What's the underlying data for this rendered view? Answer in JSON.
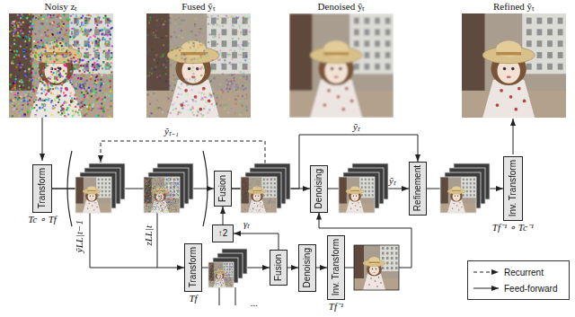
{
  "diagram": {
    "nodes": [
      {
        "text": [
          "Transform",
          "Tc ∘ Tf"
        ]
      },
      {
        "text": [
          "Fusion"
        ]
      },
      {
        "text": [
          "Denoising"
        ]
      },
      {
        "text": [
          "Refinement"
        ]
      },
      {
        "text": [
          "Inv. Transform",
          "Tf⁻¹ ∘ Tc⁻¹"
        ]
      },
      {
        "text": [
          "Transform",
          "Tf"
        ]
      },
      {
        "text": [
          "↑2"
        ]
      },
      {
        "text": [
          "Fusion"
        ]
      },
      {
        "text": [
          "Denoising"
        ]
      },
      {
        "text": [
          "Inv. Transform",
          "Tf⁻¹"
        ]
      }
    ],
    "edges": [
      {
        "from": 0,
        "to": 1,
        "arrow": "to"
      },
      {
        "from": 1,
        "to": 2,
        "arrow": "to"
      },
      {
        "from": 2,
        "to": 3,
        "label": "ỹₜ",
        "arrow": "to"
      },
      {
        "from": 3,
        "to": 4,
        "arrow": "to"
      },
      {
        "from": 1,
        "to": 3,
        "label": "ỹₜ",
        "arrow": "to"
      },
      {
        "from": 0,
        "to": 5,
        "arrow": "to"
      },
      {
        "from": 5,
        "to": 7,
        "arrow": "to"
      },
      {
        "from": 7,
        "to": 8,
        "arrow": "to"
      },
      {
        "from": 8,
        "to": 9,
        "arrow": "to"
      },
      {
        "from": 9,
        "to": 2,
        "arrow": "to"
      },
      {
        "from": 7,
        "to": 6,
        "label": "γₜ",
        "arrow": "to"
      },
      {
        "from": 6,
        "to": 1,
        "arrow": "to"
      }
    ],
    "labels": [
      "Noisy zₜ",
      "Fused ỹₜ",
      "Denoised ỹₜ",
      "Refined ŷₜ",
      "ỹₜ₋₁",
      "ỹLL|t−1",
      "zLL|t",
      "..."
    ],
    "legend": [
      {
        "text": "Recurrent"
      },
      {
        "text": "Feed-forward"
      }
    ]
  }
}
